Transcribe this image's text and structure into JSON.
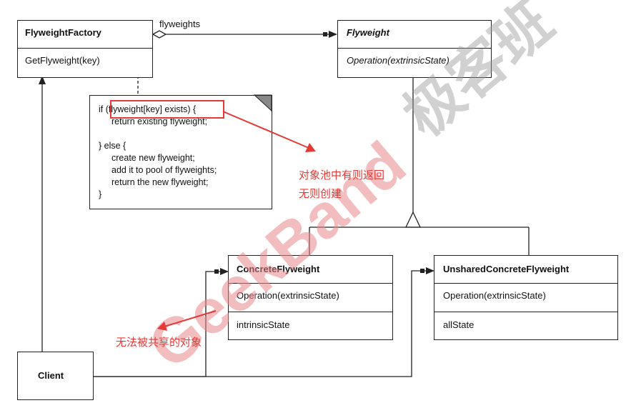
{
  "classes": {
    "factory": {
      "name": "FlyweightFactory",
      "method": "GetFlyweight(key)"
    },
    "flyweight": {
      "name": "Flyweight",
      "method": "Operation(extrinsicState)"
    },
    "concrete": {
      "name": "ConcreteFlyweight",
      "method": "Operation(extrinsicState)",
      "state": "intrinsicState"
    },
    "unshared": {
      "name": "UnsharedConcreteFlyweight",
      "method": "Operation(extrinsicState)",
      "state": "allState"
    },
    "client": {
      "name": "Client"
    }
  },
  "association_label": "flyweights",
  "note": {
    "line1_prefix": "if (",
    "line1_highlight": "flyweight[key] exists",
    "line1_suffix": ") {",
    "line2": "return existing flyweight;",
    "line3": "} else {",
    "line4": "create new flyweight;",
    "line5": "add it to pool of flyweights;",
    "line6": "return the new flyweight;",
    "line7": "}"
  },
  "annotations": {
    "pool_line1": "对象池中有则返回",
    "pool_line2": "无则创建",
    "unshared": "无法被共享的对象"
  },
  "watermark": {
    "latin": "GeekBand",
    "cjk": "极客班"
  },
  "colors": {
    "annotation": "#e53935",
    "watermark": "#e8888a",
    "line": "#222222"
  }
}
